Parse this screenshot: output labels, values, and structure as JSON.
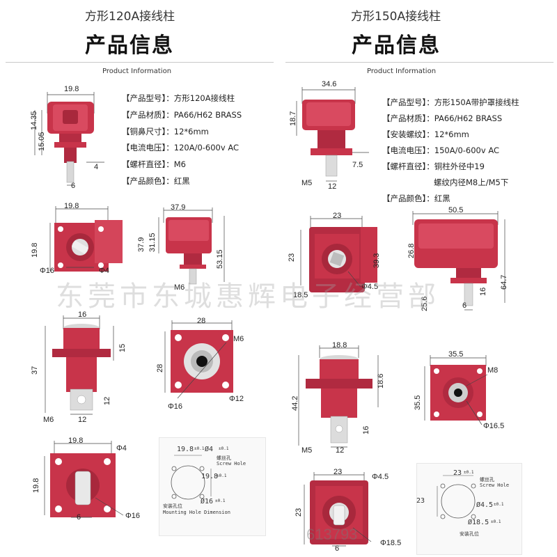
{
  "left": {
    "subtitle": "方形120A接线柱",
    "title": "产品信息",
    "section_label": "Product Information",
    "specs": [
      "【产品型号】：方形120A接线柱",
      "【产品材质】：PA66/H62 BRASS",
      "【铜鼻尺寸】：12*6mm",
      "【电流电压】：120A/0-600v AC",
      "【螺杆直径】：M6",
      "【产品颜色】：红黑"
    ],
    "dims": {
      "top_w": "19.8",
      "top_h1": "14.35",
      "top_h2": "15.05",
      "top_4": "4",
      "top_6": "6",
      "mid_w": "19.8",
      "mid_h": "19.8",
      "mid_phi16": "Φ16",
      "mid_phi4": "Φ4",
      "side_w": "37.9",
      "side_h1": "31.15",
      "side_h2": "37.9",
      "side_h3": "53.15",
      "side_m6": "M6",
      "front_w": "16",
      "front_h": "37",
      "front_15": "15",
      "front_12v": "12",
      "front_m6": "M6",
      "front_12": "12",
      "topv_w": "28",
      "topv_h": "28",
      "topv_m6": "M6",
      "topv_phi16": "Φ16",
      "topv_phi12": "Φ12",
      "bot_w": "19.8",
      "bot_h": "19.8",
      "bot_phi4": "Φ4",
      "bot_6": "6",
      "bot_phi16": "Φ16",
      "hole_198a": "19.8",
      "hole_tol": "±0.1",
      "hole_phi4": "Ø4",
      "hole_screw_cn": "螺丝孔",
      "hole_screw_en": "Screw Hole",
      "hole_198b": "19.8",
      "hole_phi16": "Ø16",
      "hole_mount_cn": "安装孔位",
      "hole_mount_en": "Mounting Hole Dimension"
    }
  },
  "right": {
    "subtitle": "方形150A接线柱",
    "title": "产品信息",
    "section_label": "Product Information",
    "specs": [
      "【产品型号】：方形150A带护罩接线柱",
      "【产品材质】：PA66/H62 BRASS",
      "【安装螺纹】：12*6mm",
      "【电流电压】：150A/0-600v AC",
      "【螺杆直径】：铜柱外径中19",
      "螺纹内径M8上/M5下",
      "【产品颜色】：红黑"
    ],
    "dims": {
      "top_w": "34.6",
      "top_h": "18.7",
      "top_75": "7.5",
      "top_m5": "M5",
      "top_12": "12",
      "mid_w": "23",
      "mid_h": "23",
      "mid_393": "39.3",
      "mid_185": "18.5",
      "mid_phi45": "Φ4.5",
      "side_w": "50.5",
      "side_h1": "26.8",
      "side_h2": "64.7",
      "side_256": "25.6",
      "side_16": "16",
      "side_6": "6",
      "front_w": "18.8",
      "front_h": "44.2",
      "front_186": "18.6",
      "front_16": "16",
      "front_m5": "M5",
      "front_12": "12",
      "topv_w": "35.5",
      "topv_h": "35.5",
      "topv_m8": "M8",
      "topv_phi165": "Φ16.5",
      "bot_w": "23",
      "bot_h": "23",
      "bot_phi45": "Φ4.5",
      "bot_6": "6",
      "bot_phi185": "Φ18.5",
      "hole_23a": "23",
      "hole_tol": "±0.1",
      "hole_screw_cn": "螺丝孔",
      "hole_screw_en": "Screw Hole",
      "hole_23b": "23",
      "hole_phi45": "Ø4.5",
      "hole_phi185": "Ø18.5",
      "hole_mount_cn": "安装孔位"
    }
  },
  "watermark": "东莞市东城惠辉电子经营部",
  "watermark2": "613793",
  "colors": {
    "red": "#c8344a",
    "red_dark": "#9e2234",
    "red_light": "#e0586c",
    "brass": "#d6d6d6"
  }
}
